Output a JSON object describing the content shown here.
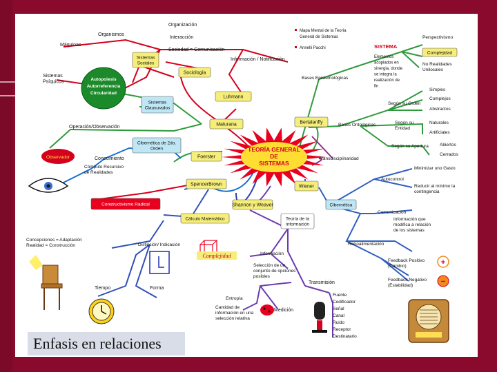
{
  "title": "Enfasis en relaciones",
  "center": [
    "TEORÍA GENERAL",
    "DE",
    "SISTEMAS"
  ],
  "legend": [
    "Mapa Mental de la Teoría",
    "General de Sistemas",
    "Annelli Pacchi"
  ],
  "sistema": "SISTEMA",
  "sistema_def": [
    "Elementos",
    "acoplados en",
    "sinergia, donde",
    "se integra la",
    "realización de",
    "fin"
  ],
  "nodes": {
    "organizacion": "Organización",
    "organismos": "Organismos",
    "maquinas": "Máquinas",
    "sistemas_psiquicos": [
      "Sistemas",
      "Psíquicos"
    ],
    "interaccion": "Interacción",
    "sociedad": "Sociedad = Comunicación",
    "sistemas_sociales": [
      "Sistemas",
      "Sociales"
    ],
    "informacion_notificacion": "Información / Notificación",
    "sociologia": "Sociología",
    "autopoiesis": [
      "Autopoiesis",
      "Autorreferencia",
      "Circularidad"
    ],
    "sistemas_clausurados": [
      "Sistemas",
      "Clausurados"
    ],
    "luhmann": "Luhmann",
    "maturana": "Maturana",
    "operacion_observacion": "Operación/Observación",
    "observador": "Observador",
    "cibernetica_2do": [
      "Cibernética de 2do.",
      "Orden"
    ],
    "conocimiento": "Conocimiento",
    "computo_recursivo": [
      "Cómputo Recursivo",
      "de Realidades"
    ],
    "foerster": "Foerster",
    "spencer_brown": "SpencerBrown",
    "constructivismo": "Constructivismo Radical",
    "calculo": "Cálculo Matemático",
    "shannon": "Shannon y Weaver",
    "bertalanffy": "Bertalanffy",
    "wiener": "Wiener",
    "bases_epist": "Bases Epistemológicas",
    "perspectivismo": "Perspectivismo",
    "complejidad_r": "Complejidad",
    "no_realidades": [
      "No Realidades",
      "Unilocales"
    ],
    "bases_ontologicas": "Bases Ontológicas",
    "segun_orden": "Según su Orden",
    "simples": "Simples",
    "complejos": "Complejos",
    "abstractos": "Abstractos",
    "segun_entidad": [
      "Según su",
      "Entidad"
    ],
    "naturales": "Naturales",
    "artificiales": "Artificiales",
    "segun_apertura": "Según su Apertura",
    "abiertos": "Abiertos",
    "cerrados": "Cerrados",
    "transdisciplinaridad": "Transdisciplinaridad",
    "minimizar_gasto": "Minimizar uno Gasto",
    "autocontrol": "Autocontrol",
    "reducir_minimo": [
      "Reducir al mínimo la",
      "contingencia"
    ],
    "cibernetica": "Cibernética",
    "comunicacion": "Comunicación",
    "informacion_que": [
      "Información que",
      "modifica a relación",
      "de los sistemas"
    ],
    "teoria_informacion": [
      "Teoría de la",
      "Información"
    ],
    "retroalimentacion": "Retroalimentación",
    "feedback_pos": [
      "Feedback Positivo",
      "(Cambio)"
    ],
    "feedback_neg": [
      "Feedback Negativo",
      "(Estabilidad)"
    ],
    "concepciones": [
      "Concepciones = Adaptación",
      "Realidad = Construcción"
    ],
    "distincion": "Distinción/ Indicación",
    "complejidad_box": "Complejidad",
    "informacion": "Información",
    "seleccion": [
      "Selección de un",
      "conjunto de opciones",
      "posibles"
    ],
    "tiempo": "Tiempo",
    "forma": "Forma",
    "entropia": "Entropía",
    "cantidad_info": [
      "Cantidad de",
      "información en una",
      "selección relativa"
    ],
    "medicion": "Medición",
    "transmision": "Transmisión",
    "channel_list": [
      "Fuente",
      "Codificador",
      "Señal",
      "Canal",
      "Ruido",
      "Receptor",
      "Destinatario"
    ]
  },
  "symbols": {
    "plus": "+",
    "minus": "−"
  },
  "colors": {
    "background": "#8a0a2e",
    "slide": "#ffffff",
    "center": "#e8001e",
    "plus_minus": "#f08a1c"
  }
}
